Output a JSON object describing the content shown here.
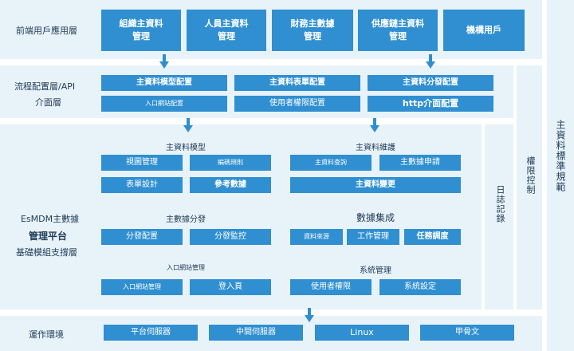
{
  "layers": {
    "frontend_label": "前端用戶應用層",
    "process_label_1": "流程配置層/API",
    "process_label_2": "介面層",
    "platform_label_1": "EsMDM主數據",
    "platform_label_2": "管理平台",
    "platform_label_3": "基礎模組支撐層",
    "runtime_label": "運作環境"
  },
  "frontend": [
    {
      "l1": "組織主資料",
      "l2": "管理"
    },
    {
      "l1": "人員主資料",
      "l2": "管理"
    },
    {
      "l1": "財務主數據",
      "l2": "管理"
    },
    {
      "l1": "供應鏈主資料",
      "l2": "管理"
    },
    {
      "l1": "機構用戶",
      "l2": ""
    }
  ],
  "process": {
    "row1": [
      "主資料模型配置",
      "主資料表單配置",
      "主資料分發配置"
    ],
    "row2": [
      "入口網站配置",
      "使用者權限配置",
      "http介面配置"
    ]
  },
  "platform": {
    "model": {
      "title": "主資料模型",
      "items": [
        "視圖管理",
        "編碼規則",
        "表單設計",
        "參考數據"
      ]
    },
    "maintain": {
      "title": "主資料維護",
      "items": [
        "主資料查詢",
        "主數據申請",
        "主資料變更"
      ]
    },
    "distribute": {
      "title": "主數據分發",
      "items": [
        "分發配置",
        "分發監控"
      ]
    },
    "integration": {
      "title": "數據集成",
      "items": [
        "資料來源",
        "工作管理",
        "任務調度"
      ]
    },
    "portal": {
      "title": "入口網站管理",
      "items": [
        "入口網站管理",
        "登入頁"
      ]
    },
    "system": {
      "title": "系統管理",
      "items": [
        "使用者權限",
        "系統設定"
      ]
    }
  },
  "side": {
    "log": "日誌記錄",
    "permission": "權限控制",
    "standard": "主資料標準規範"
  },
  "runtime": [
    "平台伺服器",
    "中間伺服器",
    "Linux",
    "甲骨文"
  ],
  "colors": {
    "box": "#2f8fd1",
    "band": "#e8f2f9",
    "text": "#1f3b57"
  }
}
